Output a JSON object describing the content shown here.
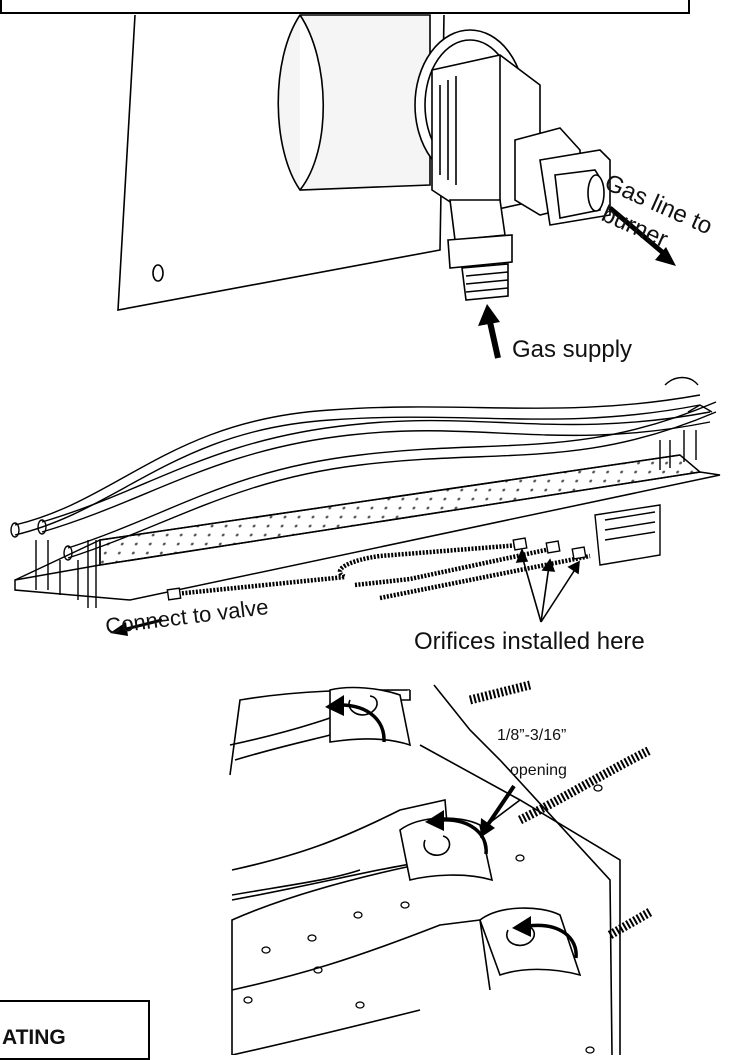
{
  "labels": {
    "gas_line_line1": "Gas line to",
    "gas_line_line2": "burner",
    "gas_supply": "Gas supply",
    "connect_to_valve": "Connect to valve",
    "orifices_installed": "Orifices installed here",
    "opening_size": "1/8”-3/16”",
    "opening": "opening",
    "bottom_box_text": "ATING"
  },
  "colors": {
    "line": "#000000",
    "background": "#ffffff",
    "shade": "#e6e6e6"
  }
}
